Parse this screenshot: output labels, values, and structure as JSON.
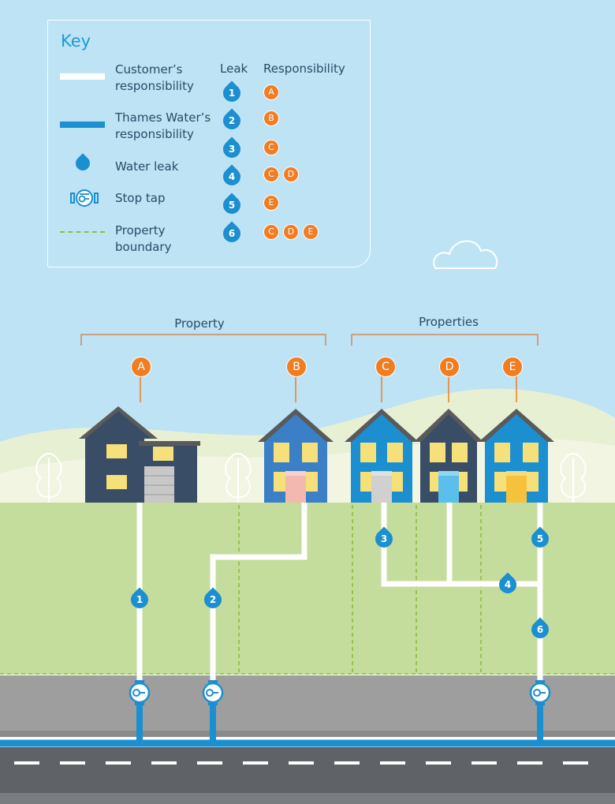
{
  "key": {
    "title": "Key",
    "items": [
      {
        "label": "Customer’s\nresponsibility",
        "symbol": "white-line"
      },
      {
        "label": "Thames Water’s\nresponsibility",
        "symbol": "blue-line"
      },
      {
        "label": "Water leak",
        "symbol": "drop-icon"
      },
      {
        "label": "Stop tap",
        "symbol": "stop-tap-icon"
      },
      {
        "label": "Property\nboundary",
        "symbol": "dashed-line"
      }
    ],
    "leak_header": "Leak",
    "responsibility_header": "Responsibility",
    "rows": [
      {
        "leak": "1",
        "resp": [
          "A"
        ]
      },
      {
        "leak": "2",
        "resp": [
          "B"
        ]
      },
      {
        "leak": "3",
        "resp": [
          "C"
        ]
      },
      {
        "leak": "4",
        "resp": [
          "C",
          "D"
        ]
      },
      {
        "leak": "5",
        "resp": [
          "E"
        ]
      },
      {
        "leak": "6",
        "resp": [
          "C",
          "D",
          "E"
        ]
      }
    ]
  },
  "groups": {
    "left": "Property",
    "right": "Properties"
  },
  "houses": [
    {
      "id": "A",
      "body": "#3a4d66",
      "roof": "#3a4d66",
      "door": "#c8c8c8"
    },
    {
      "id": "B",
      "body": "#3b7fc7",
      "roof": "#3b7fc7",
      "door": "#f3b9b0"
    },
    {
      "id": "C",
      "body": "#1b8fd0",
      "roof": "#1b8fd0",
      "door": "#d0d0d0"
    },
    {
      "id": "D",
      "body": "#3a4d66",
      "roof": "#3a4d66",
      "door": "#5bbfec"
    },
    {
      "id": "E",
      "body": "#1b8fd0",
      "roof": "#1b8fd0",
      "door": "#f6c23c"
    }
  ],
  "leaks": [
    "1",
    "2",
    "3",
    "4",
    "5",
    "6"
  ],
  "colors": {
    "sky": "#bde3f5",
    "grass": "#c4dc9c",
    "hill": "#eef4dc",
    "pavement": "#9e9e9e",
    "road": "#5f6367",
    "thames_pipe": "#1b8fd0",
    "customer_pipe": "#ffffff",
    "badge": "#f07d22",
    "boundary": "#8cbf3f"
  }
}
